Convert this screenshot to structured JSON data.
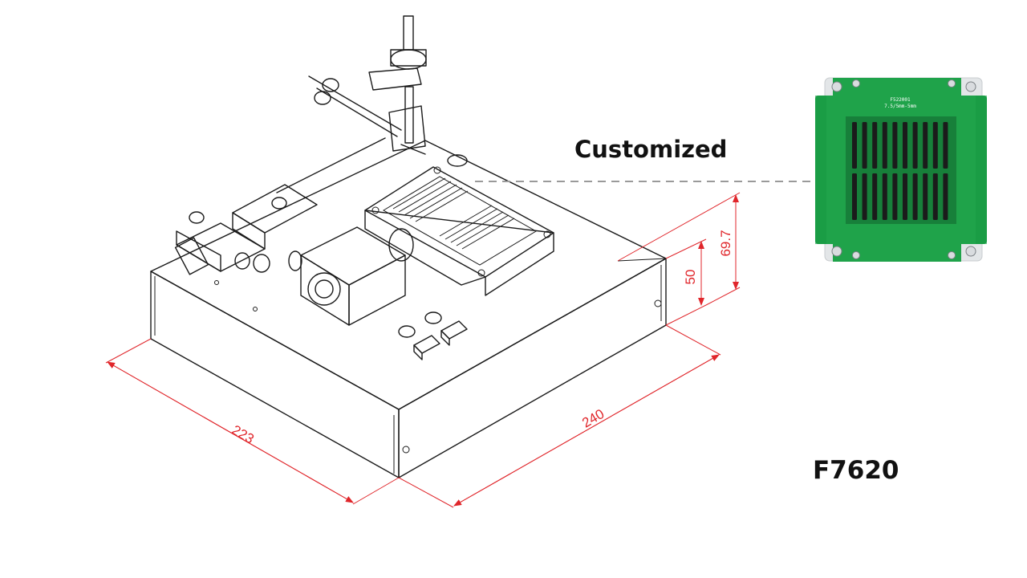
{
  "callout": {
    "label": "Customized"
  },
  "model": {
    "label": "F7620"
  },
  "dimensions": {
    "depth": "223",
    "width": "240",
    "height_base": "50",
    "height_total": "69.7"
  },
  "pcb": {
    "line1": "F522001",
    "line2": "7.5/5mm-5mm"
  },
  "colors": {
    "dimension_line": "#e0262b",
    "pcb_green": "#1fa34a",
    "drawing_ink": "#1a1a1a",
    "leader_line": "#9a9a9a"
  }
}
